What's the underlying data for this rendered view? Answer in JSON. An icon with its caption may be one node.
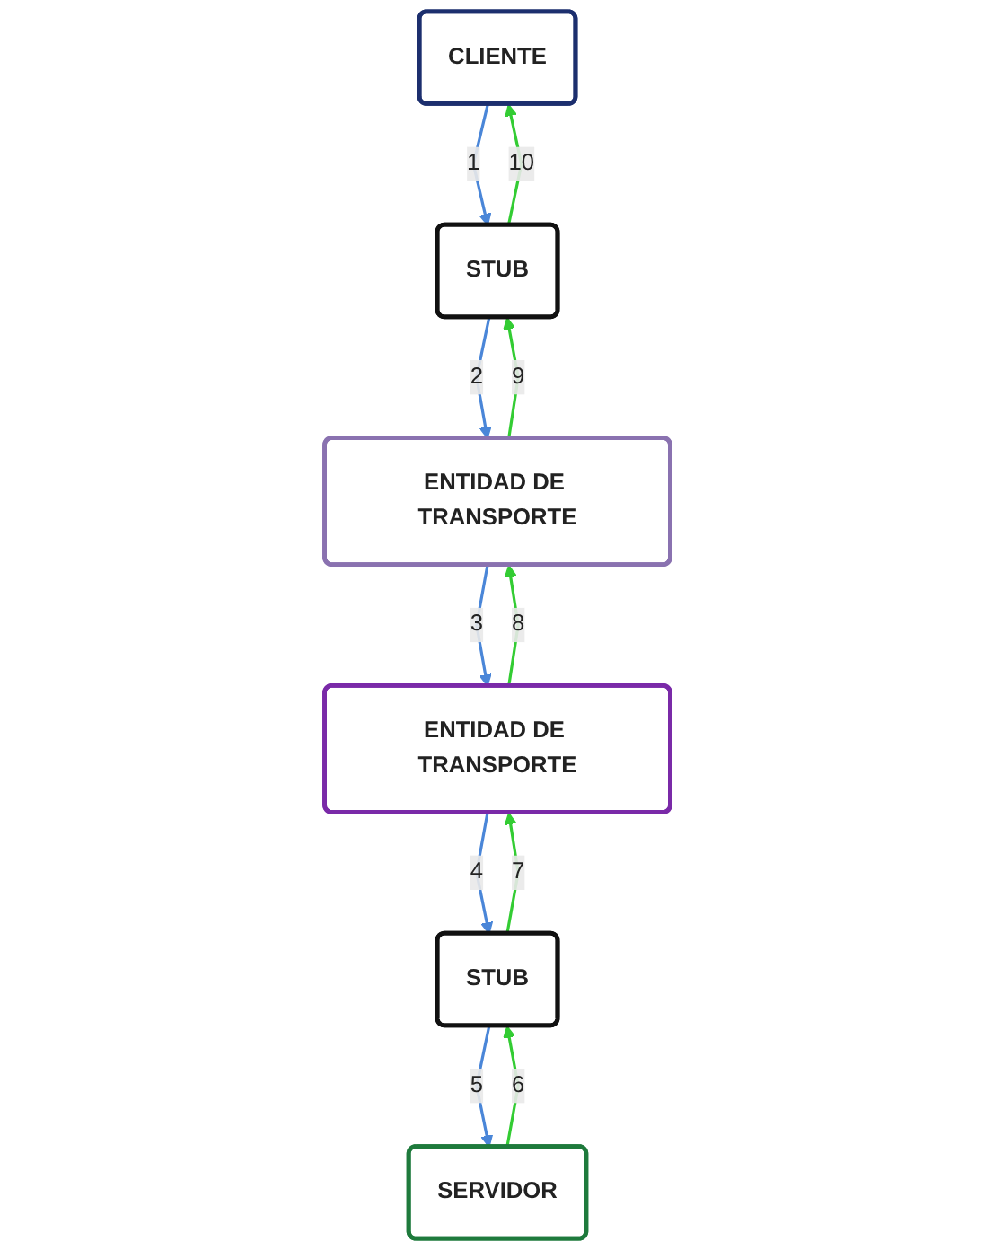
{
  "diagram": {
    "nodes": [
      {
        "text": [
          "CLIENTE"
        ]
      },
      {
        "text": [
          "SERVIDOR"
        ]
      },
      {
        "text": [
          "STUB"
        ]
      },
      {
        "text": [
          "STUB"
        ]
      },
      {
        "text": [
          "ENTIDAD DE TRANSPORTE"
        ]
      },
      {
        "text": [
          "ENTIDAD DE TRANSPORTE"
        ]
      }
    ],
    "edges": [
      {
        "from": 0,
        "to": 2,
        "arrow": "to",
        "label": "1",
        "color": "#4a86d8"
      },
      {
        "from": 2,
        "to": 0,
        "arrow": "to",
        "label": "10",
        "color": "#33cc33"
      },
      {
        "from": 3,
        "to": 1,
        "arrow": "to",
        "label": "5",
        "color": "#4a86d8"
      },
      {
        "from": 1,
        "to": 3,
        "arrow": "to",
        "label": "6",
        "color": "#33cc33"
      },
      {
        "from": 2,
        "to": 4,
        "arrow": "to",
        "label": "2",
        "color": "#4a86d8"
      },
      {
        "from": 4,
        "to": 2,
        "arrow": "to",
        "label": "9",
        "color": "#33cc33"
      },
      {
        "from": 5,
        "to": 3,
        "arrow": "to",
        "label": "4",
        "color": "#4a86d8"
      },
      {
        "from": 3,
        "to": 5,
        "arrow": "to",
        "label": "7",
        "color": "#33cc33"
      },
      {
        "from": 4,
        "to": 5,
        "arrow": "to",
        "label": "3",
        "color": "#4a86d8"
      },
      {
        "from": 5,
        "to": 4,
        "arrow": "to",
        "label": "8",
        "color": "#33cc33"
      }
    ]
  }
}
